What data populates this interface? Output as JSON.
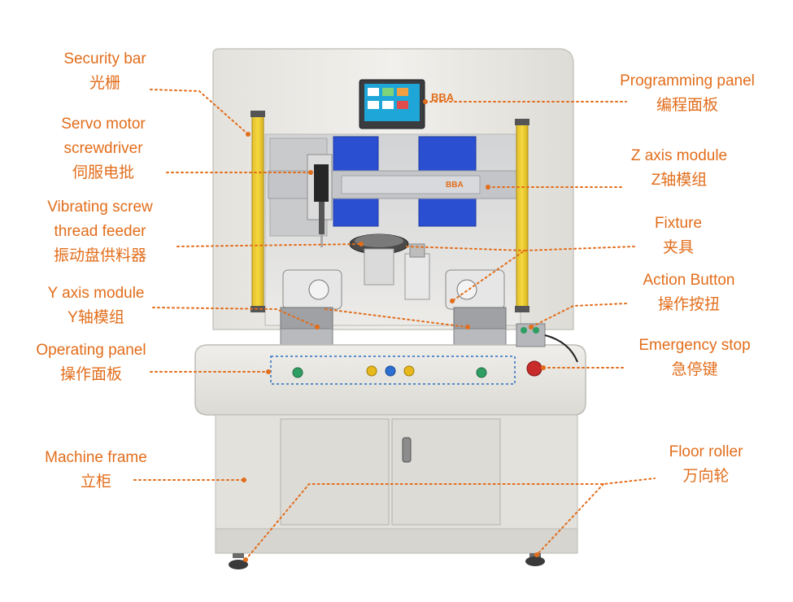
{
  "accent_color": "#e26d1b",
  "brand": {
    "logo_text": "BBA"
  },
  "callouts": {
    "security_bar": {
      "en": "Security bar",
      "zh": "光栅"
    },
    "servo_motor": {
      "en1": "Servo motor",
      "en2": "screwdriver",
      "zh": "伺服电批"
    },
    "vibrating_feeder": {
      "en1": "Vibrating screw",
      "en2": "thread feeder",
      "zh": "振动盘供料器"
    },
    "y_axis": {
      "en": "Y axis module",
      "zh": "Y轴模组"
    },
    "operating_panel": {
      "en": "Operating panel",
      "zh": "操作面板"
    },
    "machine_frame": {
      "en": "Machine frame",
      "zh": "立柜"
    },
    "programming_panel": {
      "en": "Programming panel",
      "zh": "编程面板"
    },
    "z_axis": {
      "en": "Z axis module",
      "zh": "Z轴模组"
    },
    "fixture": {
      "en": "Fixture",
      "zh": "夹具"
    },
    "action_button": {
      "en": "Action Button",
      "zh": "操作按扭"
    },
    "emergency_stop": {
      "en": "Emergency stop",
      "zh": "急停键"
    },
    "floor_roller": {
      "en": "Floor roller",
      "zh": "万向轮"
    }
  }
}
